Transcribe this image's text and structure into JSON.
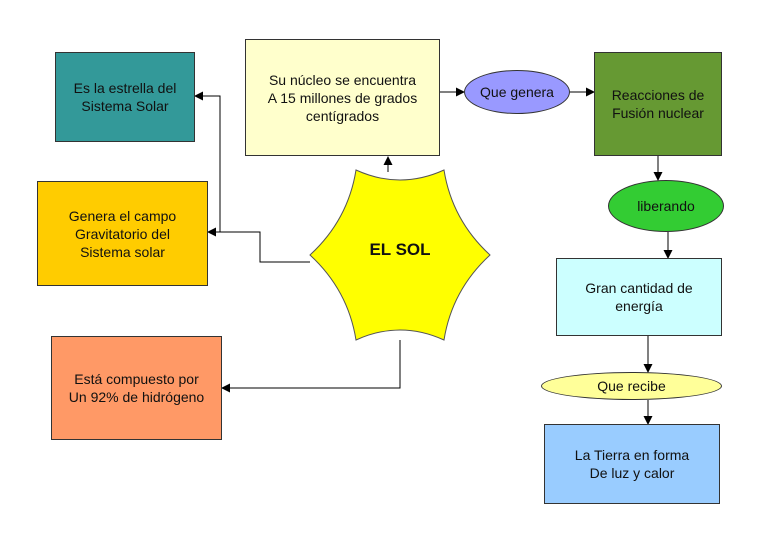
{
  "center": {
    "label": "EL SOL",
    "color": "#ffff00"
  },
  "nodes": {
    "star": {
      "text": "Es la estrella del\nSistema Solar",
      "color": "#339999"
    },
    "gravity": {
      "text": "Genera el campo\nGravitatorio del\nSistema solar",
      "color": "#ffcc00"
    },
    "composition": {
      "text": "Está compuesto por\nUn 92% de hidrógeno",
      "color": "#ff9966"
    },
    "core": {
      "text": "Su núcleo se encuentra\nA 15 millones de grados\ncentígrados",
      "color": "#ffffcc"
    },
    "fusion": {
      "text": "Reacciones de\nFusión nuclear",
      "color": "#669933"
    },
    "energy": {
      "text": "Gran cantidad de\nenergía",
      "color": "#ccffff"
    },
    "earth": {
      "text": "La Tierra en forma\nDe luz y calor",
      "color": "#99ccff"
    }
  },
  "connectors": {
    "generates": {
      "text": "Que genera",
      "color": "#9999ff"
    },
    "releasing": {
      "text": "liberando",
      "color": "#33cc33"
    },
    "receives": {
      "text": "Que recibe",
      "color": "#ffff99"
    }
  }
}
